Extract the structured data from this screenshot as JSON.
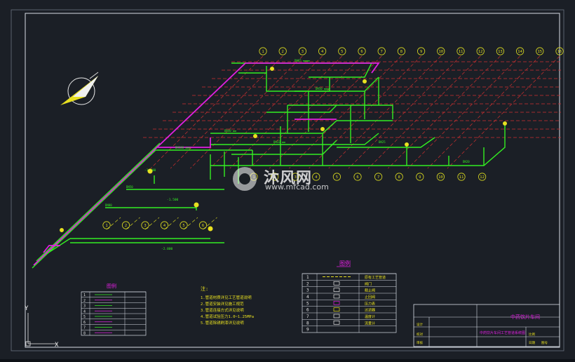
{
  "grid_labels_top": [
    "1",
    "2",
    "3",
    "4",
    "5",
    "6",
    "7",
    "8",
    "9",
    "10",
    "11",
    "12",
    "13",
    "14",
    "15",
    "16"
  ],
  "grid_labels_mid": [
    "1",
    "2",
    "3",
    "4",
    "5",
    "6",
    "7",
    "8",
    "9",
    "10",
    "11",
    "12"
  ],
  "grid_labels_low": [
    "1",
    "2",
    "3",
    "4",
    "5",
    "6"
  ],
  "legend_main": {
    "title": "图例",
    "rows": [
      {
        "num": "1",
        "desc": "原有工艺管道"
      },
      {
        "num": "2",
        "desc": "阀门"
      },
      {
        "num": "3",
        "desc": "截止阀"
      },
      {
        "num": "4",
        "desc": "止回阀"
      },
      {
        "num": "5",
        "desc": "压力表"
      },
      {
        "num": "6",
        "desc": "过滤器"
      },
      {
        "num": "7",
        "desc": "温度计"
      },
      {
        "num": "8",
        "desc": "流量计"
      },
      {
        "num": "9",
        "desc": ""
      }
    ]
  },
  "legend_small": {
    "title": "图例",
    "rows": [
      "1",
      "2",
      "3",
      "4",
      "5",
      "6",
      "7",
      "8"
    ]
  },
  "notes": {
    "title": "注:",
    "lines": [
      "1.管道材质详见工艺管道说明",
      "2.管道安装详见施工规范",
      "3.管道连接方式详见说明",
      "4.管道试验压力1.0~1.25MPa",
      "5.管道除锈刷漆详见说明"
    ]
  },
  "title_block": {
    "project": "中药饮片车间",
    "drawing": "中药饮片车间工艺管道系统图",
    "cells": [
      "设计",
      "校对",
      "审核",
      "比例",
      "日期",
      "图号"
    ]
  },
  "elevation_labels": [
    "-1.000",
    "-1.500",
    "-2.000"
  ],
  "watermark": {
    "brand": "沐风网",
    "url": "www.mfcad.com"
  },
  "axis_labels": {
    "y": "Y",
    "x": "X"
  },
  "colors": {
    "pipe_green": "#33ee22",
    "pipe_magenta": "#e020e0",
    "grid_red": "#d03030",
    "grid_yellow": "#d8d820",
    "frame": "#d8dde6"
  }
}
